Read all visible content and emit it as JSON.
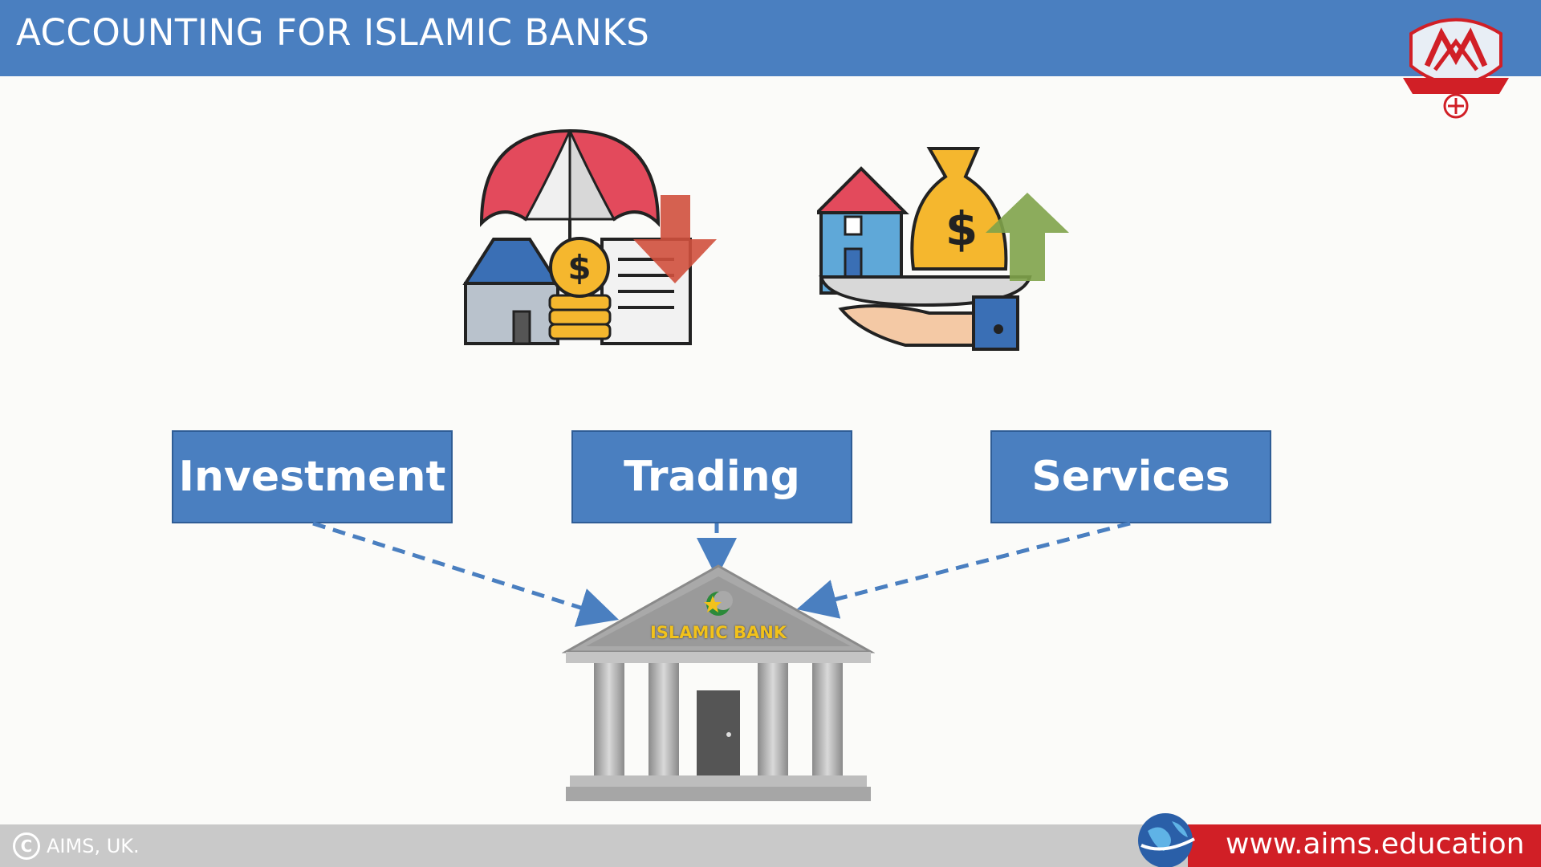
{
  "header": {
    "title": "ACCOUNTING FOR ISLAMIC BANKS"
  },
  "boxes": [
    {
      "label": "Investment"
    },
    {
      "label": "Trading"
    },
    {
      "label": "Services"
    }
  ],
  "bank": {
    "label": "ISLAMIC BANK"
  },
  "footer": {
    "copyright": "AIMS, UK.",
    "url": "www.aims.education"
  },
  "colors": {
    "header": "#4a7fc0",
    "box": "#4a7fc0",
    "arrow": "#4a7fc0",
    "url_bar": "#d11f26"
  },
  "icons": [
    "insurance-icon",
    "investment-growth-icon",
    "bank-building-icon",
    "logo",
    "globe-icon"
  ]
}
